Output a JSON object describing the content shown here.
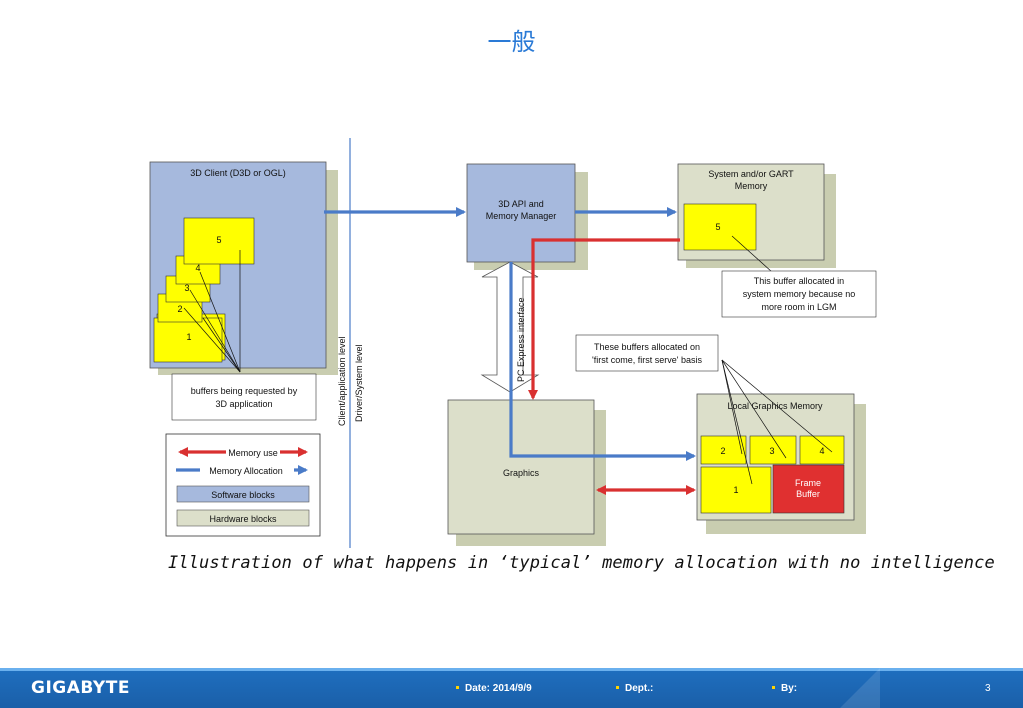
{
  "title": "一般",
  "client_box": {
    "label": "3D Client (D3D or OGL)",
    "buffers": [
      "1",
      "2",
      "3",
      "4",
      "5"
    ]
  },
  "api_box": {
    "label": "3D API and\nMemory Manager"
  },
  "gart_box": {
    "label": "System and/or GART\nMemory",
    "buffer": "5"
  },
  "gart_note": "This buffer allocated in\nsystem memory because no\nmore room in LGM",
  "first_come_note": "These buffers allocated on\n'first come, first serve' basis",
  "requested_note": "buffers being requested by\n3D application",
  "client_level": "Client/application level",
  "driver_level": "Driver/System level",
  "pcie": "PC Express interface",
  "graphics_box": {
    "label": "Graphics"
  },
  "lgm_box": {
    "label": "Local Graphics Memory",
    "buffers": [
      "2",
      "3",
      "4",
      "1"
    ],
    "frame_buffer": "Frame\nBuffer"
  },
  "legend": {
    "memory_use": "Memory use",
    "memory_allocation": "Memory Allocation",
    "software": "Software blocks",
    "hardware": "Hardware blocks"
  },
  "caption": "Illustration of what happens in ‘typical’ memory allocation with no intelligence",
  "footer": {
    "logo": "GIGABYTE",
    "date": "Date: 2014/9/9",
    "dept": "Dept.:",
    "by": "By:",
    "page": "3"
  },
  "colors": {
    "software": "#a6b9dd",
    "hardware": "#dcdfca",
    "shadow": "#c9cdb0",
    "buffer": "#ffff00",
    "frame": "#e03030",
    "blue_arrow": "#4a7bc8",
    "red_arrow": "#d93030",
    "title": "#2a7ad6",
    "footer": "#1f6fc0"
  }
}
